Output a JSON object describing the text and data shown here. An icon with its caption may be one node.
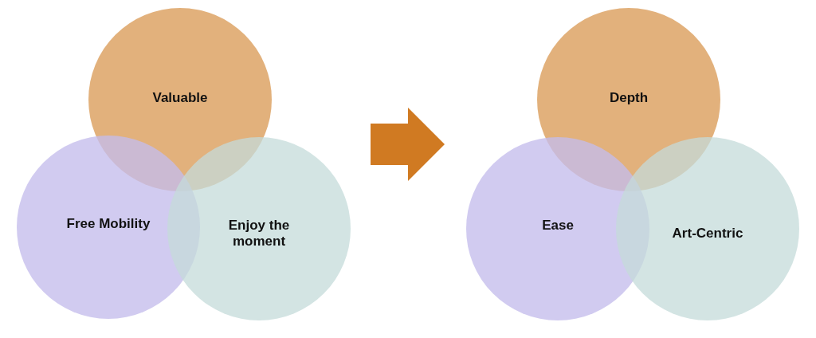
{
  "diagram": {
    "nodes": [
      {
        "text": [],
        "shape": "group"
      },
      {
        "text": [
          "Valuable"
        ],
        "in": 0
      },
      {
        "text": [
          "Free Mobility"
        ],
        "in": 0
      },
      {
        "text": [
          "Enjoy the moment"
        ],
        "in": 0
      },
      {
        "text": [],
        "shape": "group"
      },
      {
        "text": [
          "Depth"
        ],
        "in": 4
      },
      {
        "text": [
          "Ease"
        ],
        "in": 4
      },
      {
        "text": [
          "Art-Centric"
        ],
        "in": 4
      }
    ],
    "edges": [
      {
        "from": 0,
        "to": 4,
        "arrow": "to"
      }
    ]
  }
}
